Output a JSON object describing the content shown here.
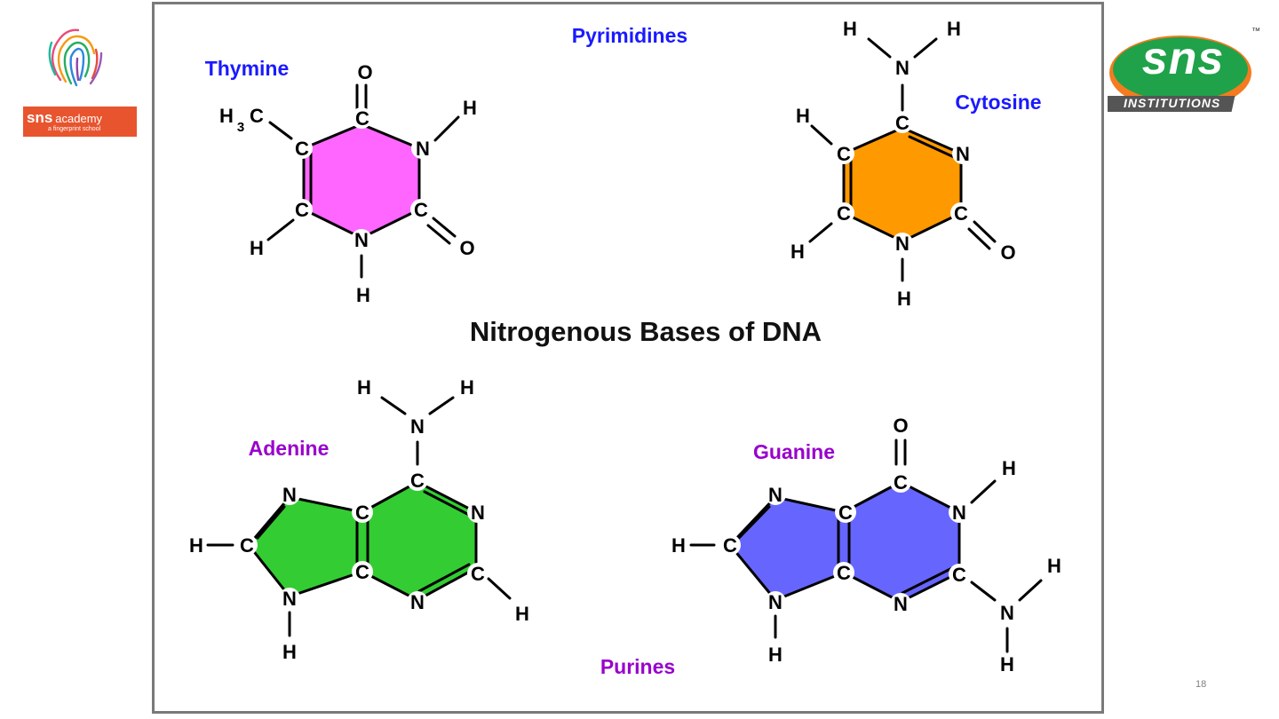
{
  "slide": {
    "main_title": "Nitrogenous Bases of DNA",
    "group_pyrimidines": "Pyrimidines",
    "group_purines": "Purines",
    "page_number": "18"
  },
  "molecules": {
    "thymine": "Thymine",
    "cytosine": "Cytosine",
    "adenine": "Adenine",
    "guanine": "Guanine"
  },
  "logos": {
    "left_brand": "sns",
    "left_word": "academy",
    "left_tagline": "a fingerprint school",
    "right_brand": "sns",
    "right_word": "INSTITUTIONS",
    "right_tm": "™"
  },
  "colors": {
    "thymine_ring": "#ff66ff",
    "cytosine_ring": "#ff9900",
    "adenine_ring": "#33cc33",
    "guanine_ring": "#6666ff",
    "pyrimidine_label": "#1a1aff",
    "purine_label": "#9900cc",
    "left_logo": "#e8542e",
    "right_logo_green": "#1fa24a",
    "right_logo_orange": "#f47b20"
  },
  "atoms": {
    "C": "C",
    "N": "N",
    "O": "O",
    "H": "H",
    "H3": "H",
    "three": "3"
  }
}
